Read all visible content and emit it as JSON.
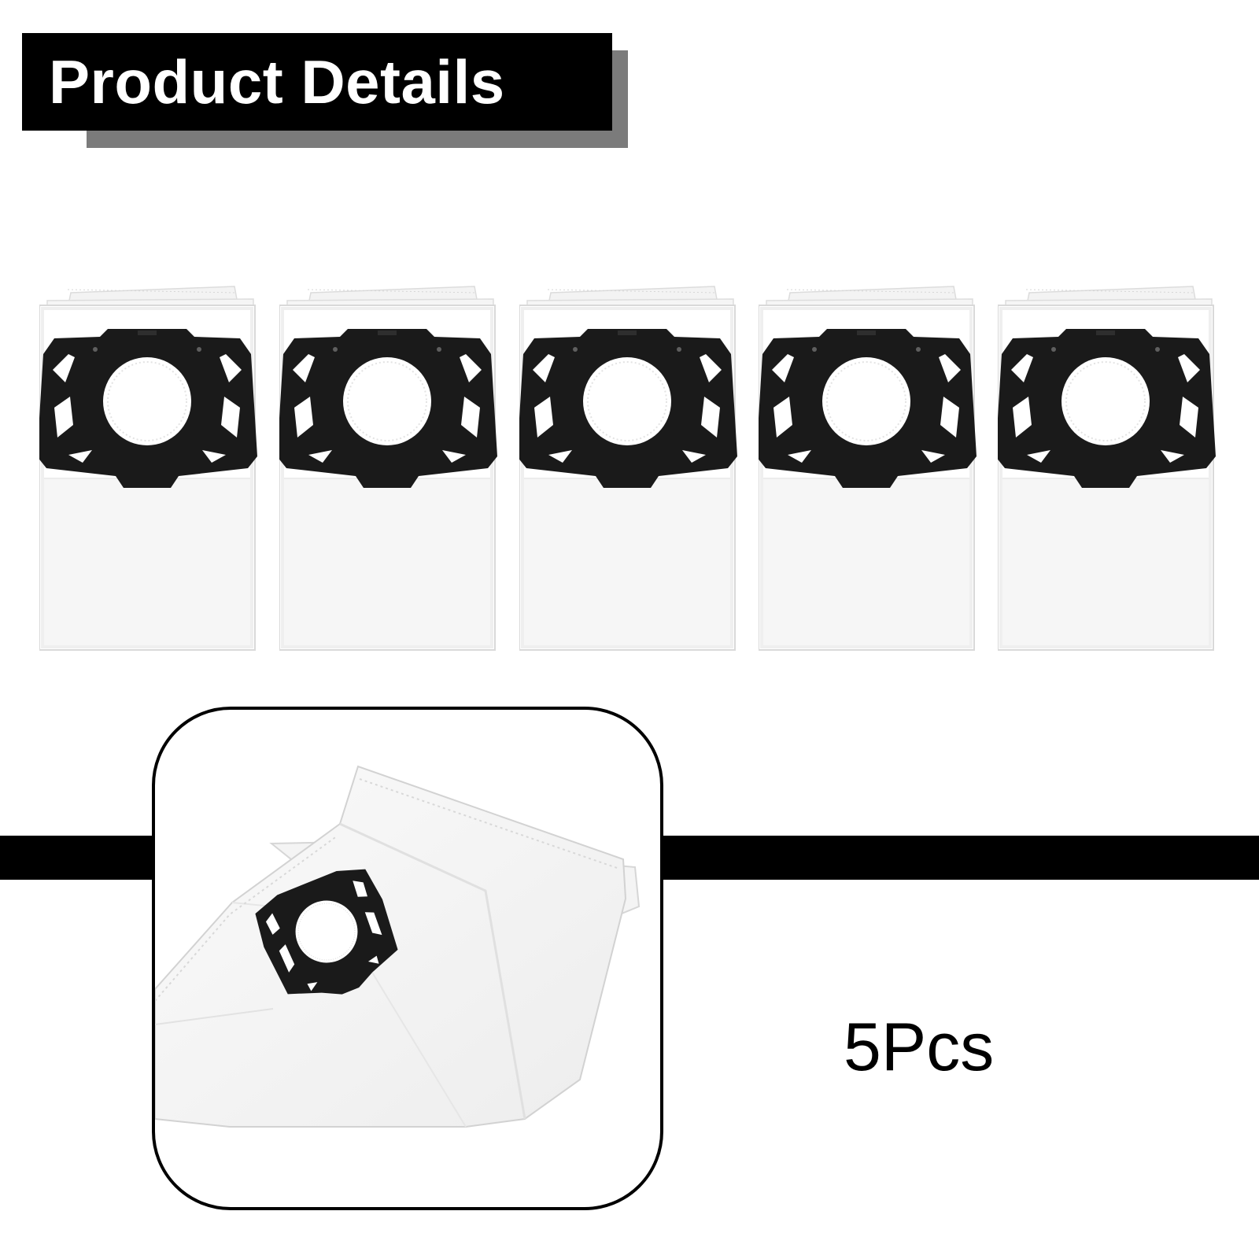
{
  "header": {
    "title": "Product Details"
  },
  "product": {
    "quantity_label": "5Pcs",
    "bag_count": 5,
    "icon": "vacuum-filter-bag-icon"
  },
  "colors": {
    "bag_fabric": "#ffffff",
    "bag_shade": "#ececec",
    "bag_edge": "#dcdcdc",
    "plate": "#1a1a1a",
    "accent_black": "#000000",
    "title_shadow": "#7b7b7b"
  }
}
